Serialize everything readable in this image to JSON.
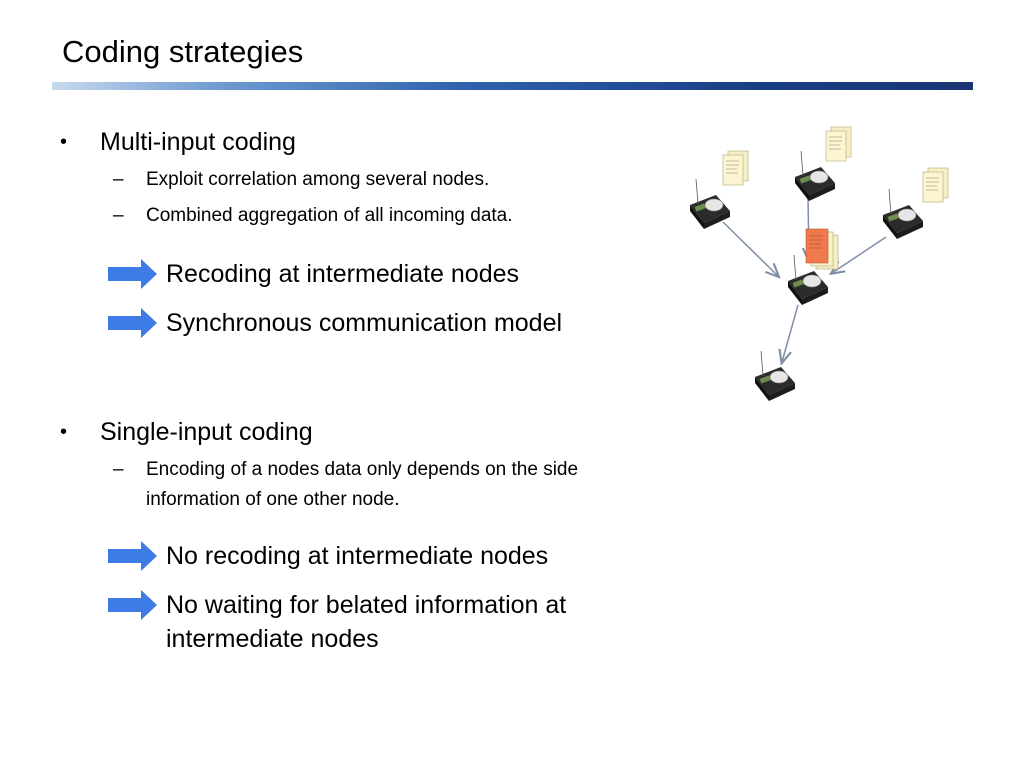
{
  "slide": {
    "title": "Coding strategies",
    "colors": {
      "accent_arrow": "#3d7be6",
      "rule_dark": "#1a3573",
      "doc_highlight": "#f07a4d"
    }
  },
  "multi": {
    "heading": "Multi-input coding",
    "points": [
      "Exploit correlation among several nodes.",
      "Combined aggregation of all incoming data."
    ],
    "implications": [
      "Recoding at intermediate nodes",
      "Synchronous communication model"
    ]
  },
  "single": {
    "heading": "Single-input coding",
    "points": [
      [
        "Encoding of a nodes data only depends on the side",
        "information of one other node."
      ]
    ],
    "implications": [
      [
        "No recoding at intermediate nodes"
      ],
      [
        "No waiting for belated information at",
        "intermediate nodes"
      ]
    ]
  },
  "diagram": {
    "icons": [
      "sensor-node-icon",
      "document-icon",
      "right-arrow-icon"
    ]
  }
}
